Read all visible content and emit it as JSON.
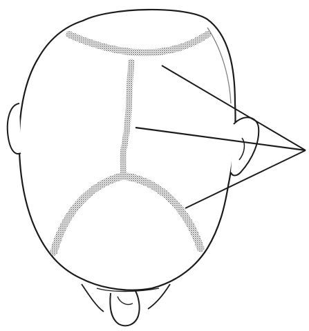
{
  "figure": {
    "subject": "skull-top-view-with-sutures",
    "colors": {
      "ink": "#1a1a1a",
      "suture_shading": "#6e6e6e",
      "background": "#ffffff"
    },
    "leader_lines": {
      "count": 3,
      "converge_to": "right-edge",
      "label": ""
    }
  }
}
